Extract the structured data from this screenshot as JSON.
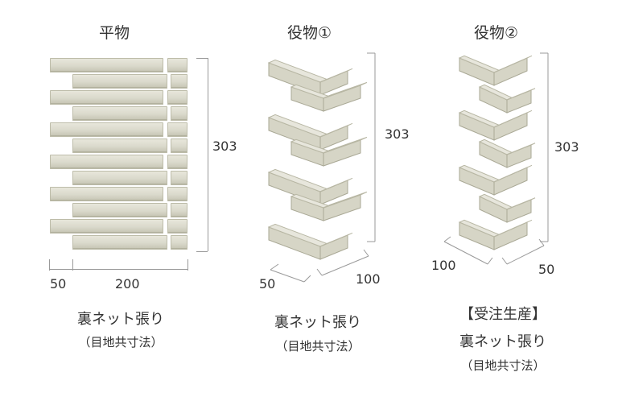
{
  "panels": [
    {
      "title": "平物",
      "dims": {
        "height": "303",
        "left": "50",
        "width": "200"
      },
      "caption": "裏ネット張り",
      "note": "（目地共寸法）"
    },
    {
      "title": "役物①",
      "dims": {
        "height": "303",
        "left": "50",
        "right": "100"
      },
      "caption": "裏ネット張り",
      "note": "（目地共寸法）"
    },
    {
      "title": "役物②",
      "dims": {
        "height": "303",
        "left": "100",
        "right": "50"
      },
      "badge": "【受注生産】",
      "caption": "裏ネット張り",
      "note": "（目地共寸法）"
    }
  ],
  "colors": {
    "brick": "#dcdbcd",
    "brick_shadow": "#b2b19e",
    "dimension_line": "#9a9a9a"
  }
}
